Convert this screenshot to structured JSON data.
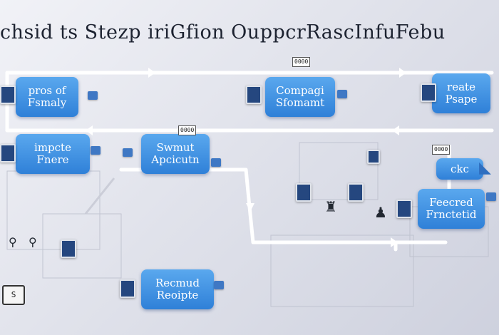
{
  "title": "chsid ts Stezp iriGfion OuppcrRascInfuFebu",
  "colors": {
    "node": "#3a8fe0",
    "line": "#ffffff",
    "monitor": "#25477f"
  },
  "nodes": [
    {
      "id": "n1",
      "lines": [
        "pros of",
        "Fsmaly"
      ]
    },
    {
      "id": "n2",
      "lines": [
        "Compagi",
        "Sfomamt"
      ]
    },
    {
      "id": "n3",
      "lines": [
        "reate",
        "Psape"
      ]
    },
    {
      "id": "n4",
      "lines": [
        "impcte",
        "Fnere"
      ]
    },
    {
      "id": "n5",
      "lines": [
        "Swmut",
        "Apcicutn"
      ]
    },
    {
      "id": "n6",
      "lines": [
        "ckc"
      ]
    },
    {
      "id": "n7",
      "lines": [
        "Feecred",
        "Frnctetid"
      ]
    },
    {
      "id": "n8",
      "lines": [
        "Recmud",
        "Reoipte"
      ]
    }
  ],
  "tags": [
    "0000",
    "0000",
    "0000"
  ],
  "logo_text": "S"
}
